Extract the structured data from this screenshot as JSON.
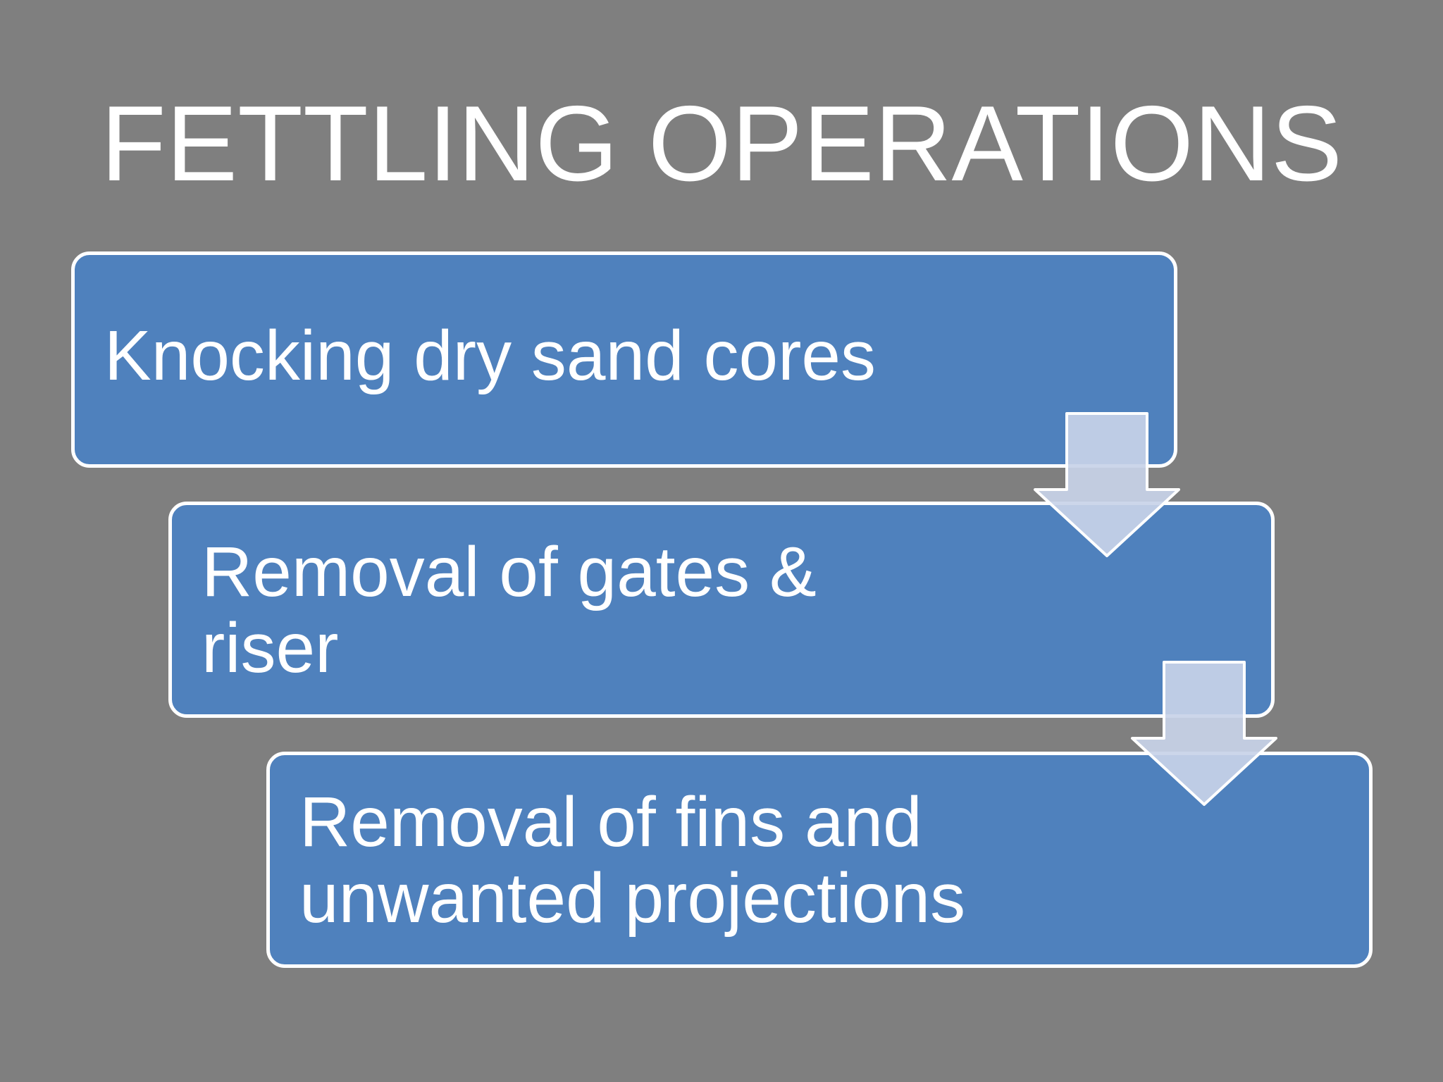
{
  "slide": {
    "title": "FETTLING OPERATIONS",
    "background_color": "#7f7f7f"
  },
  "process": {
    "box_color": "#4f81bd",
    "arrow_color": "#c8d3e8",
    "steps": [
      {
        "label": "Knocking dry sand cores"
      },
      {
        "label": "Removal of gates & riser"
      },
      {
        "label": "Removal of fins and unwanted projections"
      }
    ],
    "connectors": [
      {
        "from": "Knocking dry sand cores",
        "to": "Removal of gates & riser",
        "icon": "down-arrow-icon"
      },
      {
        "from": "Removal of gates & riser",
        "to": "Removal of fins and unwanted projections",
        "icon": "down-arrow-icon"
      }
    ]
  }
}
